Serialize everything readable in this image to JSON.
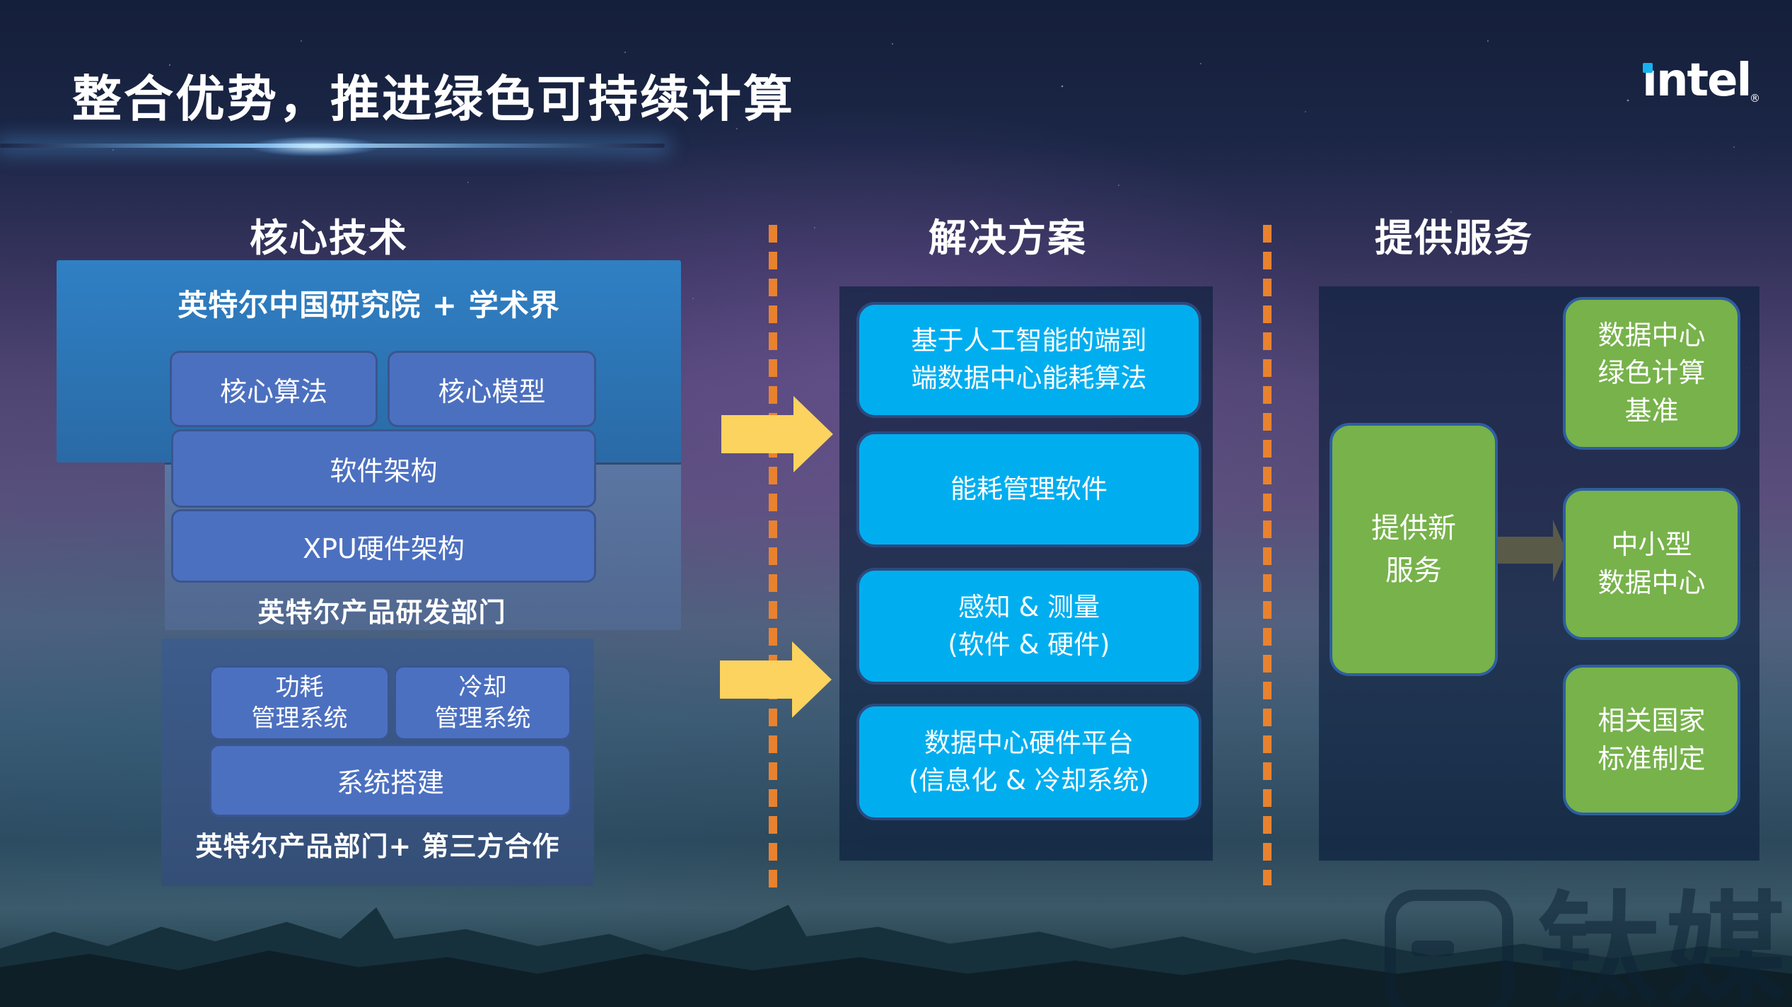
{
  "title": "整合优势，推进绿色可持续计算",
  "logo": {
    "brand": "intel",
    "char_i": "ı",
    "char_rest": "ntel",
    "registered": "®"
  },
  "watermark": {
    "text": "钛媒体"
  },
  "columns": {
    "core": {
      "header": "核心技术",
      "research_panel": {
        "title": "英特尔中国研究院 + 学术界",
        "box_algorithm": "核心算法",
        "box_model": "核心模型",
        "box_software": "软件架构",
        "box_xpu": "XPU硬件架构",
        "footer": "英特尔产品研发部门"
      },
      "product_panel": {
        "box_power": "功耗\n管理系统",
        "box_cooling": "冷却\n管理系统",
        "box_system": "系统搭建",
        "footer": "英特尔产品部门+ 第三方合作"
      }
    },
    "solutions": {
      "header": "解决方案",
      "boxes": [
        "基于人工智能的端到\n端数据中心能耗算法",
        "能耗管理软件",
        "感知 & 测量\n(软件 & 硬件)",
        "数据中心硬件平台\n(信息化 & 冷却系统)"
      ]
    },
    "services": {
      "header": "提供服务",
      "new_service": "提供新\n服务",
      "boxes": [
        "数据中心\n绿色计算\n基准",
        "中小型\n数据中心",
        "相关国家\n标准制定"
      ]
    }
  },
  "colors": {
    "cyan_box": "#00aeef",
    "green_box": "#77b24b",
    "blue_box": "#4c70c0",
    "panel_bright_blue": "#2f80c4",
    "panel_muted_blue": "#56719d",
    "panel_dark_navy": "rgba(14,32,62,0.68)",
    "arrow_yellow": "#fbd35e",
    "dash_orange": "#e8822f",
    "intel_dot_cyan": "#16b2f0"
  }
}
